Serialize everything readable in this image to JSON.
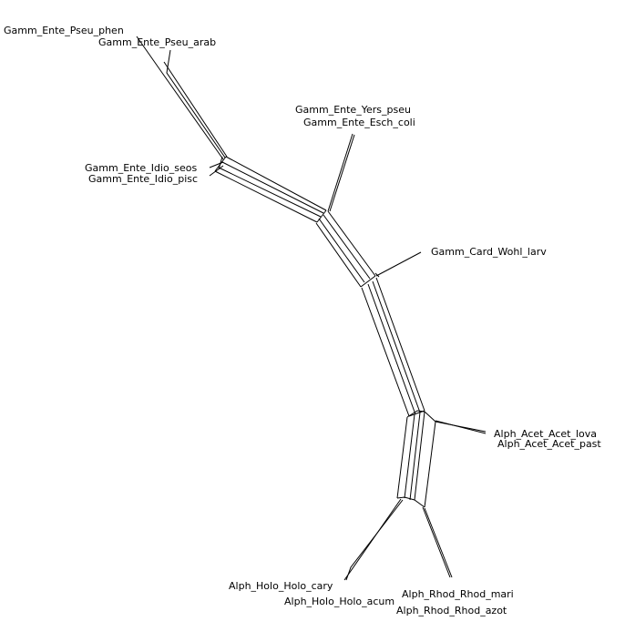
{
  "diagram": {
    "type": "phylogenetic split network",
    "colors": {
      "edge": "#000000",
      "label": "#000000",
      "background": "#ffffff"
    },
    "taxa": [
      "Gamm_Ente_Pseu_phen",
      "Gamm_Ente_Pseu_arab",
      "Gamm_Ente_Yers_pseu",
      "Gamm_Ente_Esch_coli",
      "Gamm_Ente_Idio_seos",
      "Gamm_Ente_Idio_pisc",
      "Gamm_Card_Wohl_larv",
      "Alph_Acet_Acet_lova",
      "Alph_Acet_Acet_past",
      "Alph_Holo_Holo_cary",
      "Alph_Holo_Holo_acum",
      "Alph_Rhod_Rhod_mari",
      "Alph_Rhod_Rhod_azot"
    ]
  }
}
